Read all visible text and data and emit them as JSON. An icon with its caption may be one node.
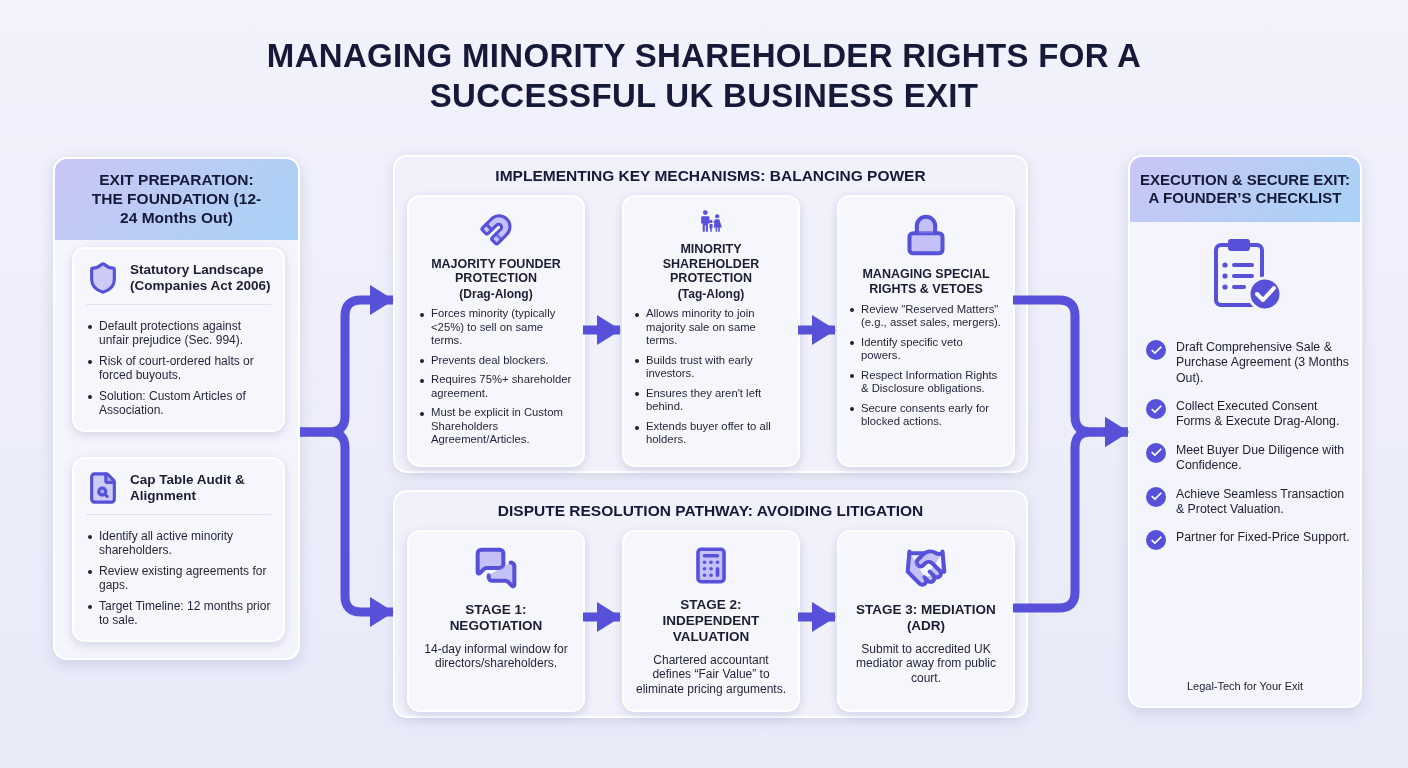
{
  "diagram": {
    "title": "MANAGING MINORITY SHAREHOLDER RIGHTS FOR A SUCCESSFUL UK BUSINESS EXIT",
    "nodes": [
      {
        "text": [
          "EXIT PREPARATION: THE FOUNDATION (12-24 Months Out)"
        ]
      },
      {
        "text": [
          "Statutory Landscape (Companies Act 2006)",
          "Default protections against unfair prejudice (Sec. 994).",
          "Risk of court-ordered halts or forced buyouts.",
          "Solution: Custom Articles of Association."
        ],
        "in": 0
      },
      {
        "text": [
          "Cap Table Audit & Alignment",
          "Identify all active minority shareholders.",
          "Review existing agreements for gaps.",
          "Target Timeline: 12 months prior to sale."
        ],
        "in": 0
      },
      {
        "text": [
          "IMPLEMENTING KEY MECHANISMS: BALANCING POWER"
        ]
      },
      {
        "text": [
          "MAJORITY FOUNDER PROTECTION",
          "(Drag-Along)",
          "Forces minority (typically <25%) to sell on same terms.",
          "Prevents deal blockers.",
          "Requires 75%+ shareholder agreement.",
          "Must be explicit in Custom Shareholders Agreement/Articles."
        ],
        "in": 3
      },
      {
        "text": [
          "MINORITY SHAREHOLDER PROTECTION",
          "(Tag-Along)",
          "Allows minority to join majority sale on same terms.",
          "Builds trust with early investors.",
          "Ensures they aren't left behind.",
          "Extends buyer offer to all holders."
        ],
        "in": 3
      },
      {
        "text": [
          "MANAGING SPECIAL RIGHTS & VETOES",
          "Review \"Reserved Matters\" (e.g., asset sales, mergers).",
          "Identify specific veto powers.",
          "Respect Information Rights & Disclosure obligations.",
          "Secure consents early for blocked actions."
        ],
        "in": 3
      },
      {
        "text": [
          "DISPUTE RESOLUTION PATHWAY: AVOIDING LITIGATION"
        ]
      },
      {
        "text": [
          "STAGE 1: NEGOTIATION",
          "14-day informal window for directors/shareholders."
        ],
        "in": 7
      },
      {
        "text": [
          "STAGE 2: INDEPENDENT VALUATION",
          "Chartered accountant defines “Fair Value” to eliminate pricing arguments."
        ],
        "in": 7
      },
      {
        "text": [
          "STAGE 3: MEDIATION (ADR)",
          "Submit to accredited UK mediator away from public court."
        ],
        "in": 7
      },
      {
        "text": [
          "EXECUTION & SECURE EXIT: A FOUNDER’S CHECKLIST",
          "Draft Comprehensive Sale & Purchase Agreement (3 Months Out).",
          "Collect Executed Consent Forms & Execute Drag-Along.",
          "Meet Buyer Due Diligence with Confidence.",
          "Achieve Seamless Transaction & Protect Valuation.",
          "Partner for Fixed-Price Support.",
          "Legal-Tech for Your Exit"
        ]
      }
    ],
    "edges": [
      {
        "from": 0,
        "to": 3,
        "arrow": "to"
      },
      {
        "from": 0,
        "to": 7,
        "arrow": "to"
      },
      {
        "from": 4,
        "to": 5,
        "arrow": "to"
      },
      {
        "from": 5,
        "to": 6,
        "arrow": "to"
      },
      {
        "from": 8,
        "to": 9,
        "arrow": "to"
      },
      {
        "from": 9,
        "to": 10,
        "arrow": "to"
      },
      {
        "from": 6,
        "to": 11,
        "arrow": "to"
      },
      {
        "from": 10,
        "to": 11,
        "arrow": "to"
      }
    ]
  }
}
